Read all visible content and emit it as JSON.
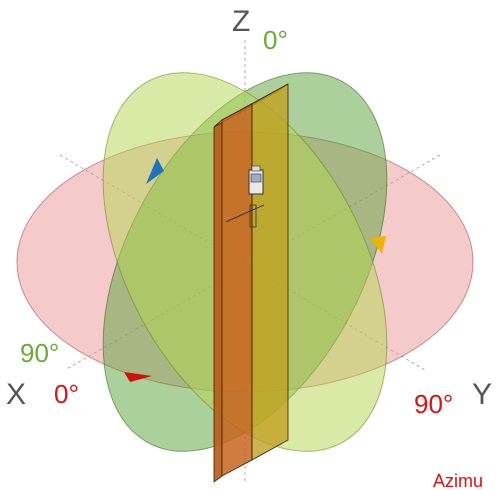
{
  "axes": {
    "z_label": "Z",
    "x_label": "X",
    "y_label": "Y"
  },
  "angles": {
    "z_zero": "0°",
    "x_ninety": "90°",
    "x_zero": "0°",
    "y_ninety": "90°"
  },
  "legend": {
    "azimuth_partial": "Azimu"
  },
  "colors": {
    "azimuth_plane": "#e88a8a",
    "elevation_plane_light": "#b3d64f",
    "elevation_plane_dark": "#5aa23a",
    "antenna_board": "#e07a2a",
    "arrow_blue": "#1e73be",
    "arrow_yellow": "#f0b400",
    "arrow_red": "#d01010",
    "label_green": "#6aaa3a",
    "label_red": "#e01010",
    "label_gray": "#555555"
  },
  "icons": {
    "blue_direction": "triangle-arrow",
    "yellow_direction": "triangle-arrow",
    "red_direction": "triangle-arrow"
  }
}
